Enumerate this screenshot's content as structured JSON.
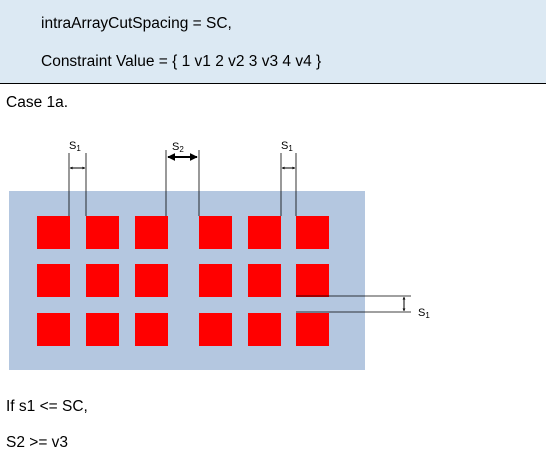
{
  "header": {
    "line1": "intraArrayCutSpacing = SC,",
    "line2": "Constraint Value = { 1 v1 2 v2 3 v3 4 v4 }"
  },
  "case_label": "Case 1a.",
  "diagram": {
    "labels": {
      "s1_left": {
        "main": "S",
        "sub": "1"
      },
      "s2": {
        "main": "S",
        "sub": "2"
      },
      "s1_right": {
        "main": "S",
        "sub": "1"
      },
      "s1_vertical": {
        "main": "S",
        "sub": "1"
      }
    },
    "colors": {
      "array_background": "#b4c7e0",
      "cut": "#ff0000",
      "dimension_line": "#000000"
    },
    "cut_grid": {
      "rows": 3,
      "columns": 6,
      "groups": 2
    }
  },
  "conditions": {
    "line1": "If s1 <= SC,",
    "line2": "S2 >= v3"
  }
}
